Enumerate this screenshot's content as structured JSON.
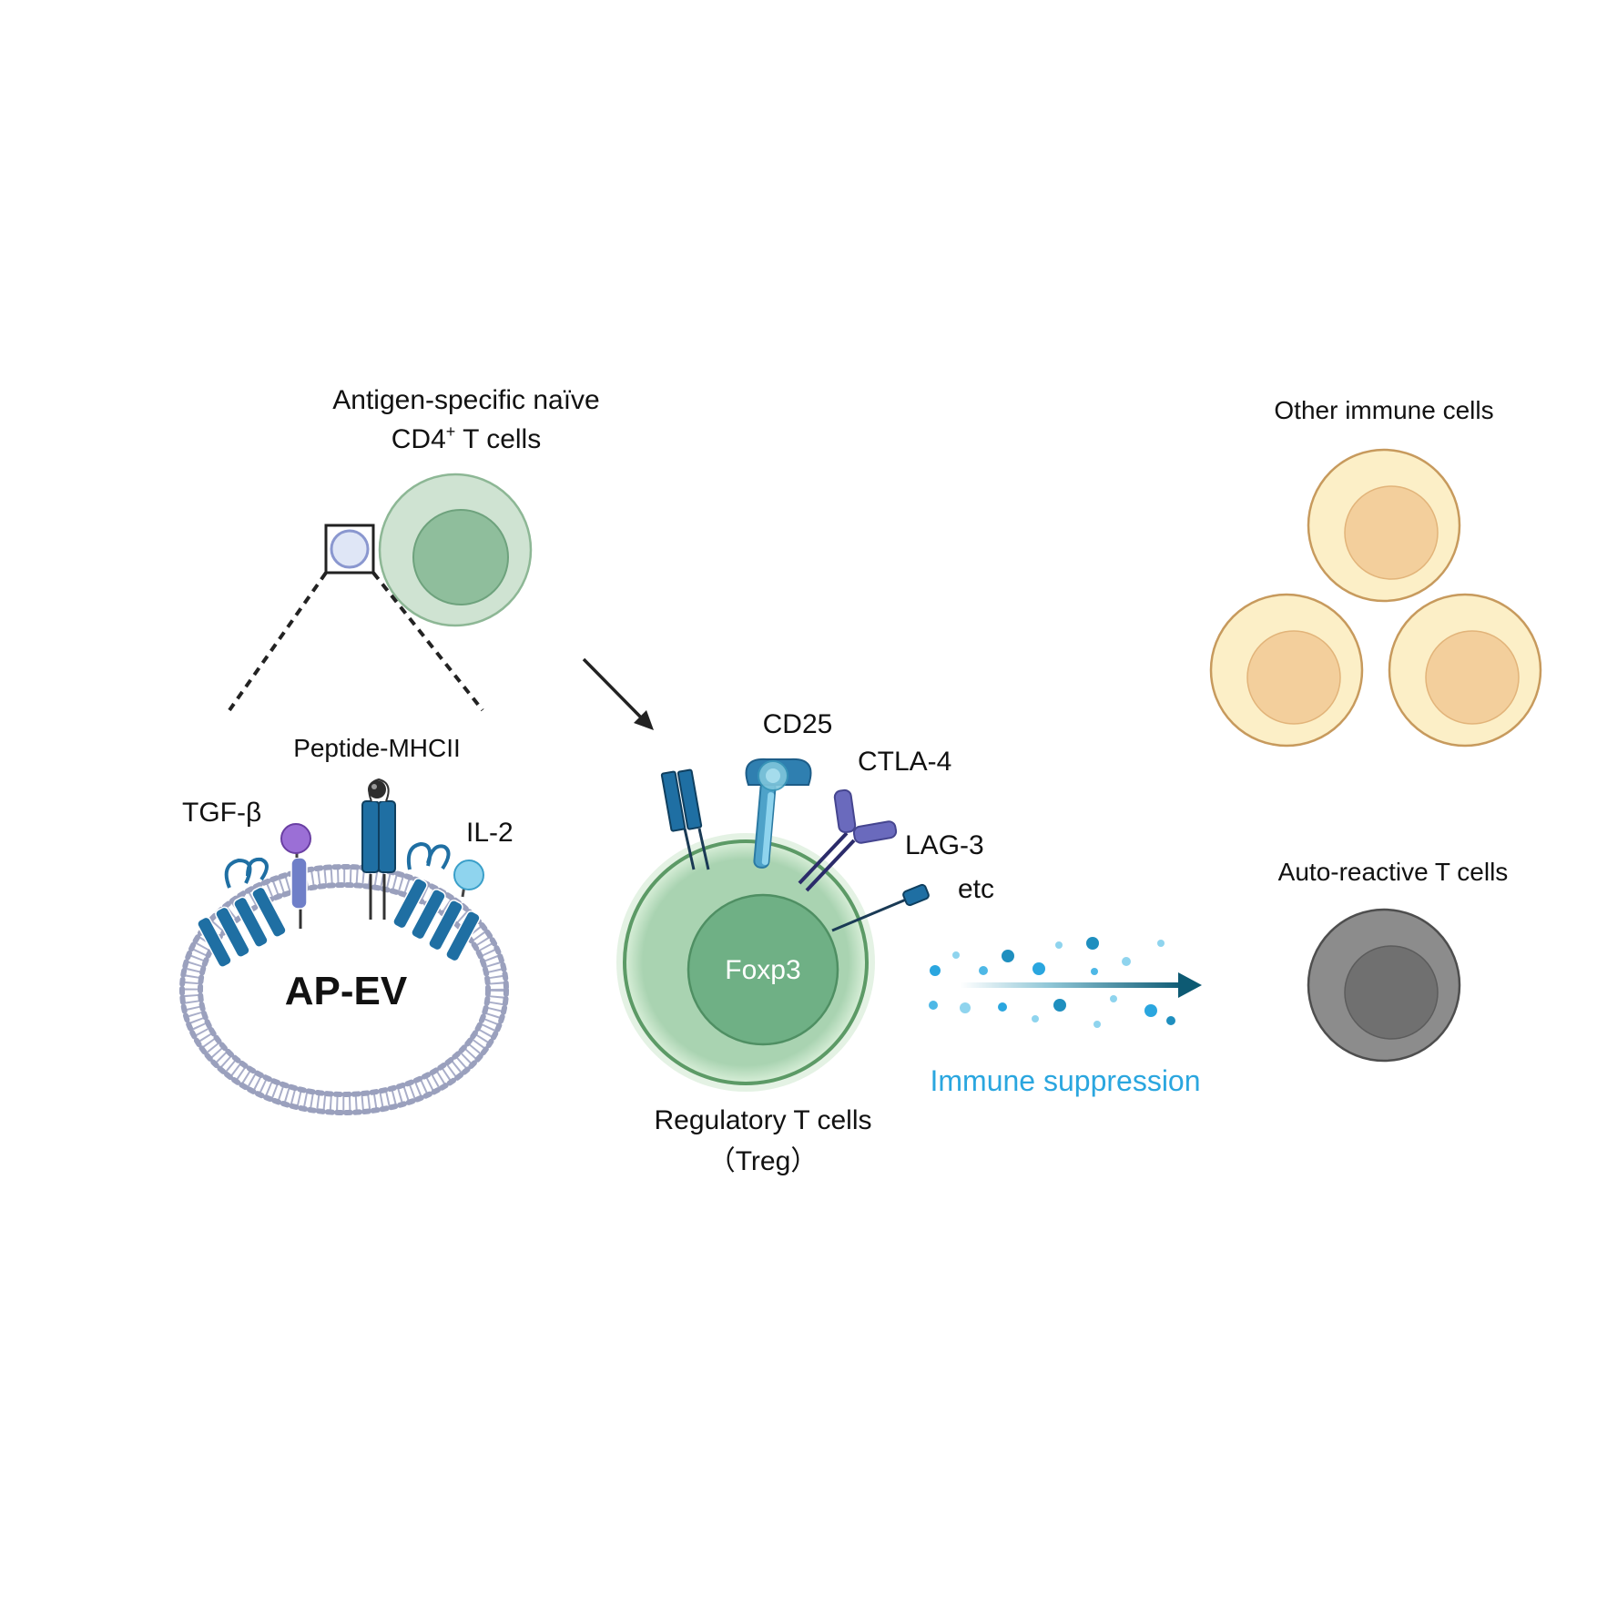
{
  "labels": {
    "naive_line1": "Antigen-specific naïve",
    "naive_line2_main": "CD4",
    "naive_line2_sup": "+",
    "naive_line2_rest": " T cells",
    "peptide_mhcii": "Peptide-MHCII",
    "tgf_beta": "TGF-β",
    "il2": "IL-2",
    "ap_ev": "AP-EV",
    "cd25": "CD25",
    "ctla4": "CTLA-4",
    "lag3": "LAG-3",
    "etc": "etc",
    "foxp3": "Foxp3",
    "treg_line1": "Regulatory T cells",
    "treg_line2": "（Treg）",
    "immune_suppression": "Immune suppression",
    "other_immune_cells": "Other immune cells",
    "auto_reactive": "Auto-reactive T cells"
  },
  "colors": {
    "naive_cell": "#cfe3d2",
    "naive_nucleus": "#8fbe9c",
    "treg_cell": "#a9d3b1",
    "treg_nucleus": "#6fb085",
    "receptor_blue": "#1f6fa3",
    "lag3_purple": "#6a6abd",
    "tgf_purple": "#9b6fd6",
    "il2_cyan": "#8fd4ee",
    "membrane": "#a9aec9",
    "other_cell": "#fcefc7",
    "other_nucleus": "#f3cf9c",
    "other_border": "#c79a5d",
    "autoreactive_cell": "#8c8c8c",
    "autoreactive_nucleus": "#707070",
    "suppression_text": "#2aa6df",
    "arrow_dark": "#0d5a73"
  }
}
